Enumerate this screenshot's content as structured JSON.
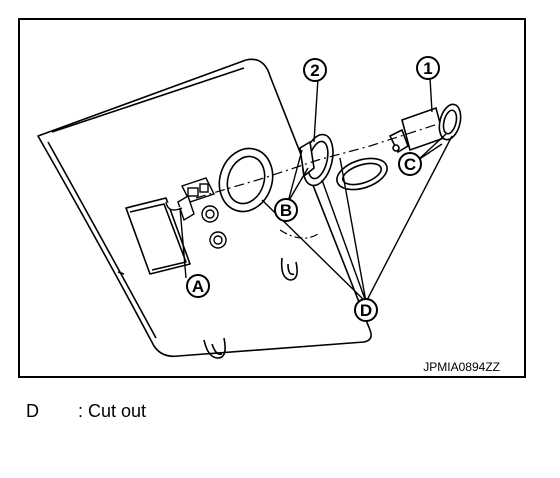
{
  "figure": {
    "callouts": {
      "part1": "1",
      "part2": "2",
      "a": "A",
      "b": "B",
      "c": "C",
      "d": "D"
    },
    "image_code": "JPMIA0894ZZ"
  },
  "legend": [
    {
      "key": "D",
      "text": ": Cut out"
    }
  ]
}
